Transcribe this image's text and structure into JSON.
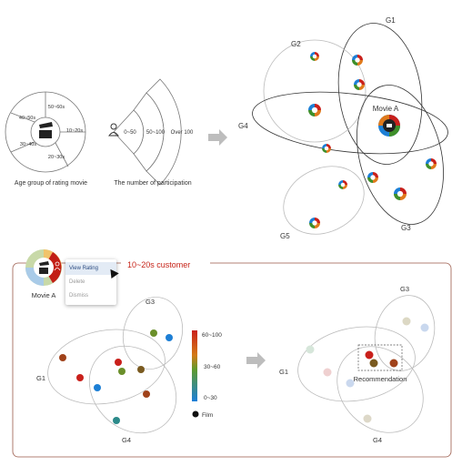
{
  "legend_top": {
    "age_wheel_caption": "Age group of rating movie",
    "age_segments": [
      "50~60s",
      "40~50s",
      "10~20s",
      "30~40s",
      "20~30s"
    ],
    "participation_caption": "The number of participation",
    "participation_bands": [
      "0~50",
      "50~100",
      "Over 100"
    ]
  },
  "top_graph": {
    "groups": [
      "G1",
      "G2",
      "G4",
      "G3",
      "G5"
    ],
    "highlight_label": "Movie A"
  },
  "bottom_panel": {
    "title": "10~20s customer",
    "movie_label": "Movie A",
    "menu": [
      "View Rating",
      "Delete",
      "Dismiss"
    ],
    "left_groups": [
      "G3",
      "G1",
      "G4"
    ],
    "right_groups": [
      "G3",
      "G1",
      "G4"
    ],
    "recommendation_label": "Recommendation",
    "color_scale": {
      "max_label": "60~100",
      "mid_label": "30~60",
      "min_label": "0~30",
      "film_label": "Film",
      "colors": [
        "#c9201b",
        "#6a8f2a",
        "#1e7fd6"
      ]
    }
  }
}
